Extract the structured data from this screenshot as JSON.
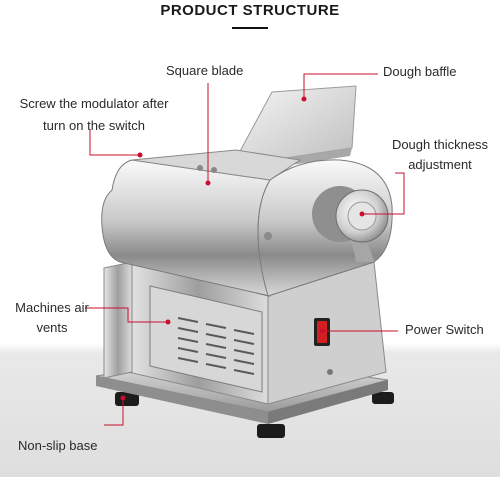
{
  "title": "PRODUCT STRUCTURE",
  "labels": {
    "square_blade": "Square blade",
    "dough_baffle": "Dough baffle",
    "screw_modulator_line1": "Screw the modulator after",
    "screw_modulator_line2": "turn on the switch",
    "dough_thickness_line1": "Dough thickness",
    "dough_thickness_line2": "adjustment",
    "air_vents_line1": "Machines air",
    "air_vents_line2": "vents",
    "power_switch": "Power Switch",
    "non_slip_base": "Non-slip base"
  },
  "colors": {
    "leader": "#c8102e",
    "steel_light": "#f2f2f2",
    "steel_mid": "#b9b9b9",
    "steel_dark": "#6e6e6e",
    "switch_red": "#d21f1f"
  }
}
